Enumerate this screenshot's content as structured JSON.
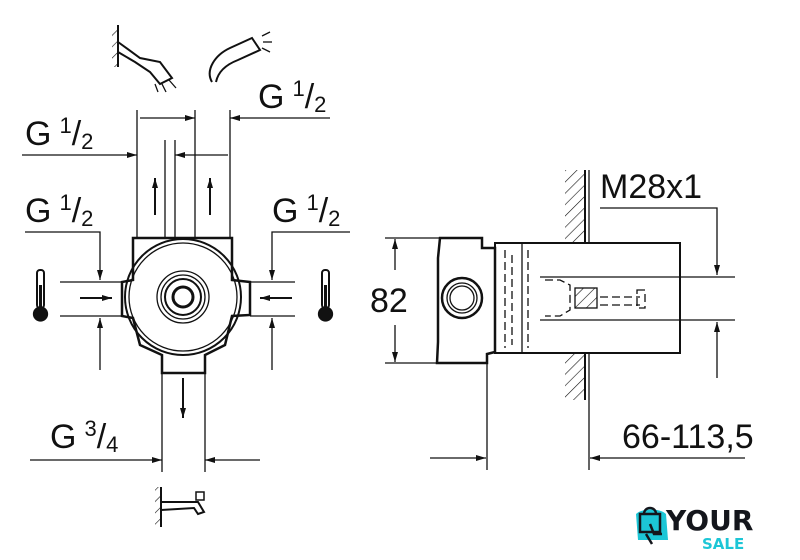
{
  "dimensions": {
    "top_outlet": {
      "g": "G",
      "num": "1",
      "den": "2"
    },
    "left_outlet": {
      "g": "G",
      "num": "1",
      "den": "2"
    },
    "left_inlet": {
      "g": "G",
      "num": "1",
      "den": "2"
    },
    "right_inlet": {
      "g": "G",
      "num": "1",
      "den": "2"
    },
    "bottom_outlet": {
      "g": "G",
      "num": "3",
      "den": "4"
    },
    "height": "82",
    "thread": "M28x1",
    "depth_range": "66-113,5"
  },
  "logo": {
    "line1": "YOUR",
    "line2": "SALE"
  },
  "colors": {
    "ink": "#111111",
    "logo_accent": "#1cc6d6",
    "logo_dark": "#14161c"
  }
}
